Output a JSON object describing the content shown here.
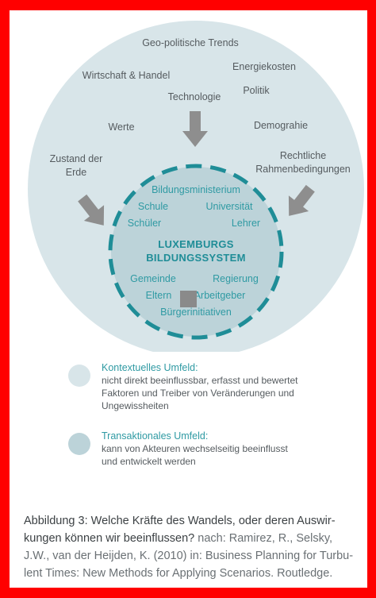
{
  "diagram": {
    "outer_labels": {
      "geo": "Geo-politische Trends",
      "wirtschaft": "Wirtschaft & Handel",
      "energie": "Energiekosten",
      "technologie": "Technologie",
      "politik": "Politik",
      "werte": "Werte",
      "demografie": "Demograhie",
      "zustand_1": "Zustand der",
      "zustand_2": "Erde",
      "recht_1": "Rechtliche",
      "recht_2": "Rahmenbedingungen"
    },
    "inner_labels": {
      "ministerium": "Bildungsministerium",
      "schule": "Schule",
      "universitaet": "Universität",
      "schueler": "Schüler",
      "lehrer": "Lehrer",
      "gemeinde": "Gemeinde",
      "regierung": "Regierung",
      "eltern": "Eltern",
      "arbeitgeber": "Arbeitgeber",
      "buerger": "Bürgerinitiativen"
    },
    "core_line1": "LUXEMBURGS",
    "core_line2": "BILDUNGSSYSTEM",
    "colors": {
      "outer_circle": "#d8e5e9",
      "inner_circle": "#bcd3d9",
      "dash": "#1f8d97",
      "arrow": "#8e8e8e",
      "marker": "#8a8a8a"
    }
  },
  "legend": {
    "contextual_title": "Kontextuelles Umfeld:",
    "contextual_desc_1": "nicht direkt beeinflussbar, erfasst und bewertet",
    "contextual_desc_2": "Faktoren und Treiber von Veränderungen und",
    "contextual_desc_3": "Ungewissheiten",
    "transactional_title": "Transaktionales Umfeld:",
    "transactional_desc_1": "kann von Akteuren wechselseitig beeinflusst",
    "transactional_desc_2": "und entwickelt werden"
  },
  "caption": {
    "line1": "Abbildung 3: Welche Kräfte des Wandels, oder deren Auswir-",
    "line2_strong": "kungen können wir beeinflussen?",
    "line2_rest": " nach: Ramirez, R., Selsky,",
    "line3": "J.W., van der Heijden, K. (2010) in: Business Planning for Turbu-",
    "line4": "lent Times: New Methods for Applying Scenarios. Routledge."
  }
}
